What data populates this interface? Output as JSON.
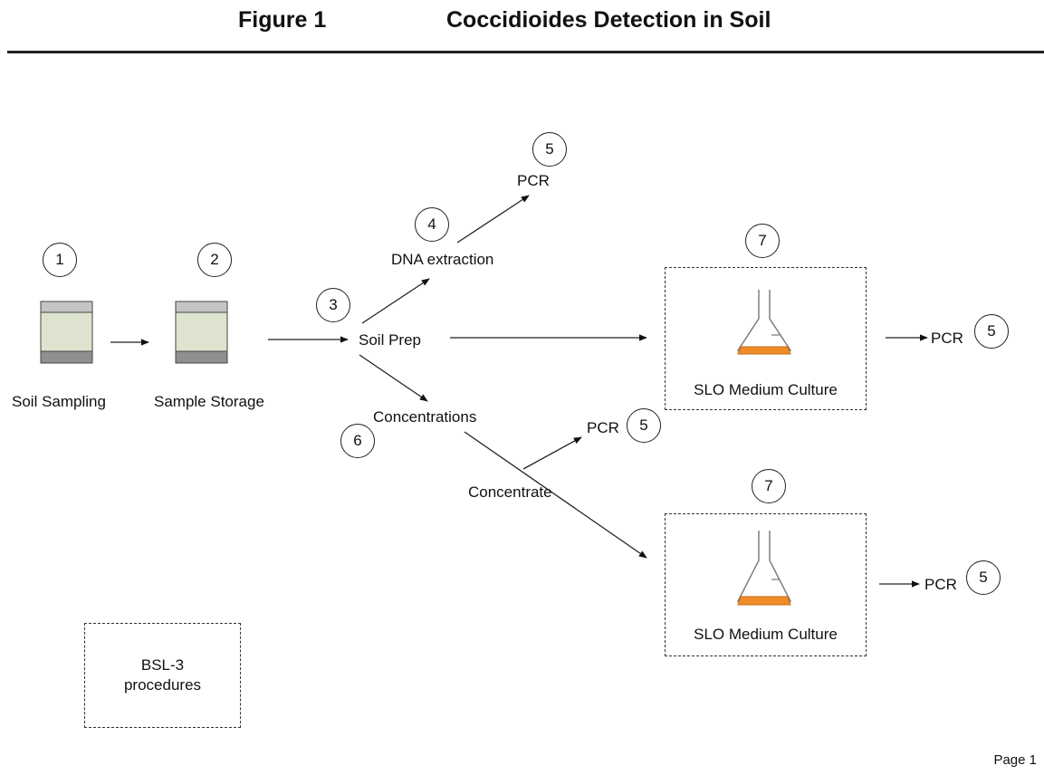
{
  "header": {
    "figure_label": "Figure 1",
    "figure_title": "Coccidioides Detection in Soil"
  },
  "nodes": {
    "soil_sampling": "Soil Sampling",
    "sample_storage": "Sample Storage",
    "soil_prep": "Soil Prep",
    "dna_extraction": "DNA extraction",
    "concentrations": "Concentrations",
    "concentrate": "Concentrate",
    "pcr_top": "PCR",
    "pcr_mid": "PCR",
    "pcr_right_1": "PCR",
    "pcr_right_2": "PCR",
    "culture_1": "SLO Medium Culture",
    "culture_2": "SLO Medium Culture"
  },
  "step_numbers": {
    "s1": "1",
    "s2": "2",
    "s3": "3",
    "s4": "4",
    "s5_top": "5",
    "s6": "6",
    "s7_a": "7",
    "s7_b": "7",
    "s5_mid": "5",
    "s5_right_1": "5",
    "s5_right_2": "5"
  },
  "legend": {
    "bsl3_line1": "BSL-3",
    "bsl3_line2": "procedures"
  },
  "footer": {
    "page": "Page 1"
  },
  "colors": {
    "jar_body": "#dde3cf",
    "jar_lid": "#c5c5c5",
    "jar_base": "#8f8f8f",
    "medium": "#f08c28"
  }
}
